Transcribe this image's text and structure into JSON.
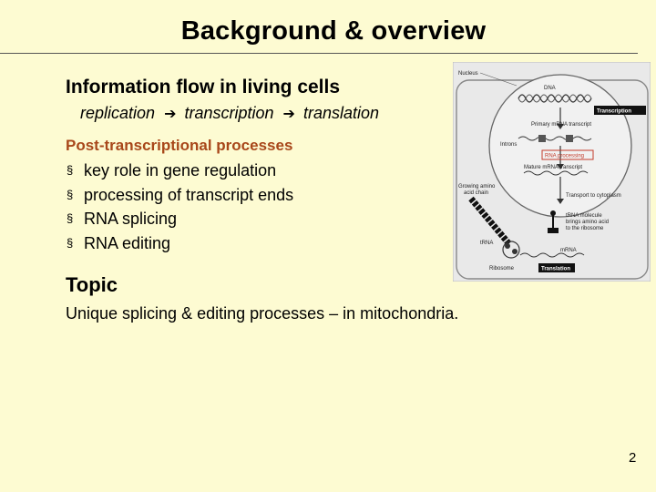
{
  "slide": {
    "title": "Background & overview",
    "info_heading": "Information flow in living cells",
    "flow": [
      "replication",
      "transcription",
      "translation"
    ],
    "arrow_glyph": "➔",
    "post_heading": "Post-transcriptional processes",
    "bullet_marker": "§",
    "bullets": [
      "key role in gene regulation",
      "processing of transcript ends",
      "RNA splicing",
      "RNA editing"
    ],
    "topic_heading": "Topic",
    "topic_text": "Unique splicing & editing processes – in mitochondria.",
    "page_number": "2"
  },
  "figure": {
    "labels": {
      "nucleus": "Nucleus",
      "dna": "DNA",
      "transcription": "Transcription",
      "primary_transcript": "Primary mRNA transcript",
      "introns": "Introns",
      "rna_processing": "RNA processing",
      "mature_mrna": "Mature mRNA transcript",
      "growing_chain_1": "Growing amino",
      "growing_chain_2": "acid chain",
      "transport": "Transport to cytoplasm",
      "trna_1": "tRNA molecule",
      "trna_2": "brings amino acid",
      "trna_3": "to the ribosome",
      "trna": "tRNA",
      "mrna": "mRNA",
      "ribosome": "Ribosome",
      "translation": "Translation"
    }
  },
  "colors": {
    "background": "#fdfbd2",
    "accent_heading": "#a8471a",
    "figure_background": "#e9e9e9",
    "highlight_box": "#c23a2a"
  }
}
